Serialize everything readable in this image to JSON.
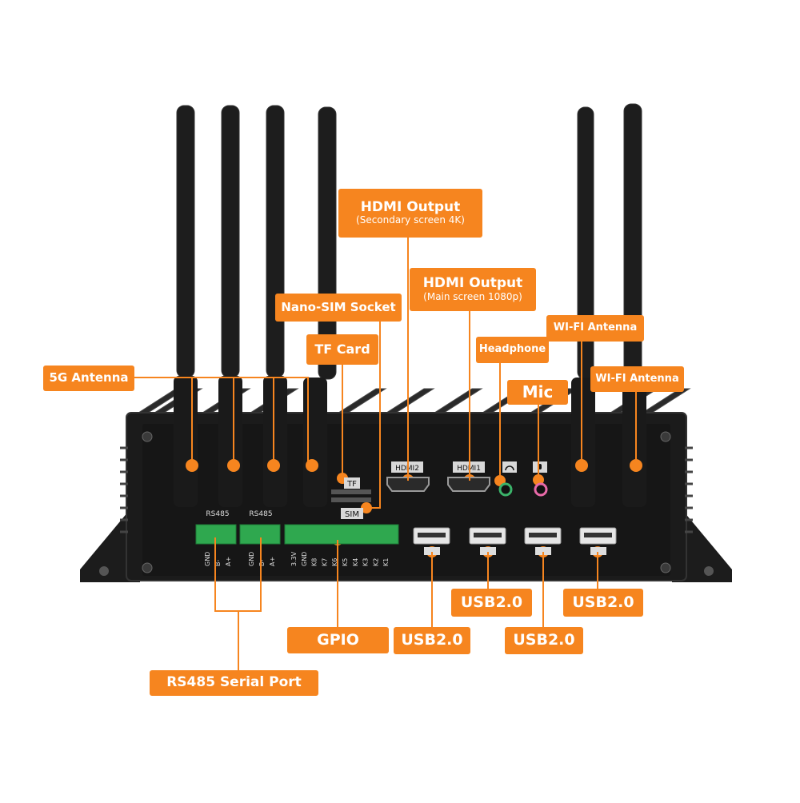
{
  "device": {
    "port_labels": {
      "rs485_a": "RS485",
      "rs485_b": "RS485",
      "tf_slot": "TF",
      "sim_slot": "SIM",
      "hdmi2": "HDMI2",
      "hdmi1": "HDMI1",
      "rs485_pins": [
        "GND",
        "B-",
        "A+"
      ],
      "gpio_pins": [
        "3.3V",
        "GND",
        "K8",
        "K7",
        "K6",
        "K5",
        "K4",
        "K3",
        "K2",
        "K1"
      ]
    }
  },
  "callouts": {
    "hdmi_secondary": {
      "title": "HDMI Output",
      "subtitle": "(Secondary screen 4K)"
    },
    "hdmi_main": {
      "title": "HDMI Output",
      "subtitle": "(Main screen 1080p)"
    },
    "nano_sim": "Nano-SIM Socket",
    "tf_card": "TF Card",
    "antenna_5g": "5G Antenna",
    "headphone": "Headphone",
    "mic": "Mic",
    "wifi_antenna_1": "WI-FI Antenna",
    "wifi_antenna_2": "WI-FI Antenna",
    "gpio": "GPIO",
    "rs485_serial": "RS485 Serial Port",
    "usb_1": "USB2.0",
    "usb_2": "USB2.0",
    "usb_3": "USB2.0",
    "usb_4": "USB2.0"
  },
  "colors": {
    "accent": "#f6851f",
    "chassis": "#1b1b1b",
    "connector_green": "#2fa84f",
    "jack_green": "#3bb36a",
    "jack_pink": "#e86aa8"
  }
}
